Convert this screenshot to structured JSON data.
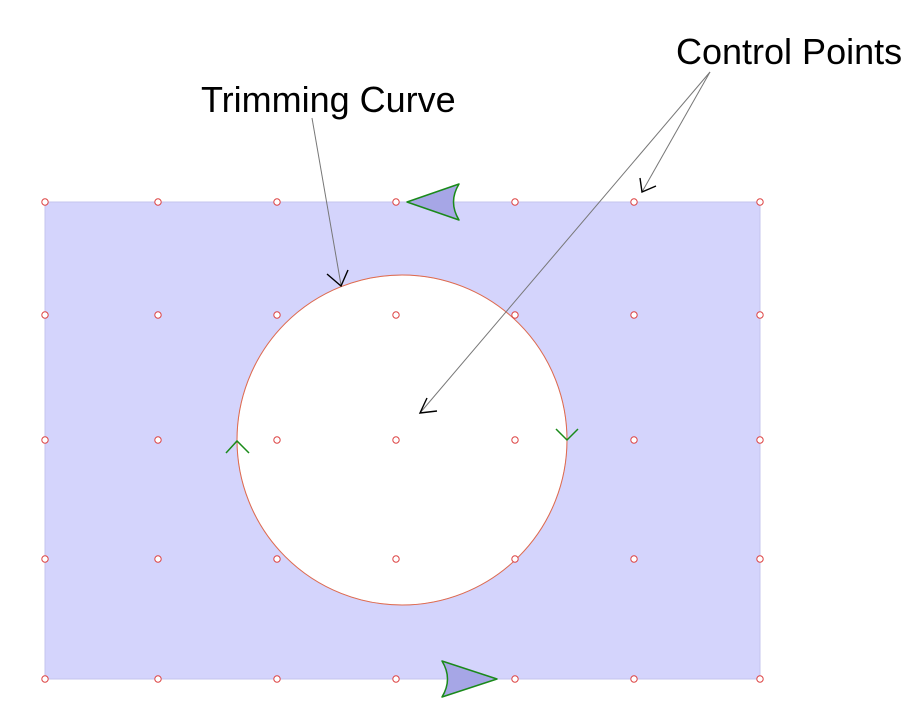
{
  "labels": {
    "trimming_curve": "Trimming Curve",
    "control_points": "Control Points"
  },
  "colors": {
    "surface_fill": "#d4d4fc",
    "surface_edge": "#c4c4ee",
    "control_point": "#d44",
    "trimming_curve": "#e26a4a",
    "direction_arrow": "#1a8a1a",
    "direction_arrow_fill": "#a6a6e6",
    "leader_line": "#777777",
    "leader_arrowhead": "#000000"
  },
  "control_point_grid": {
    "columns": 7,
    "rows": 5
  }
}
